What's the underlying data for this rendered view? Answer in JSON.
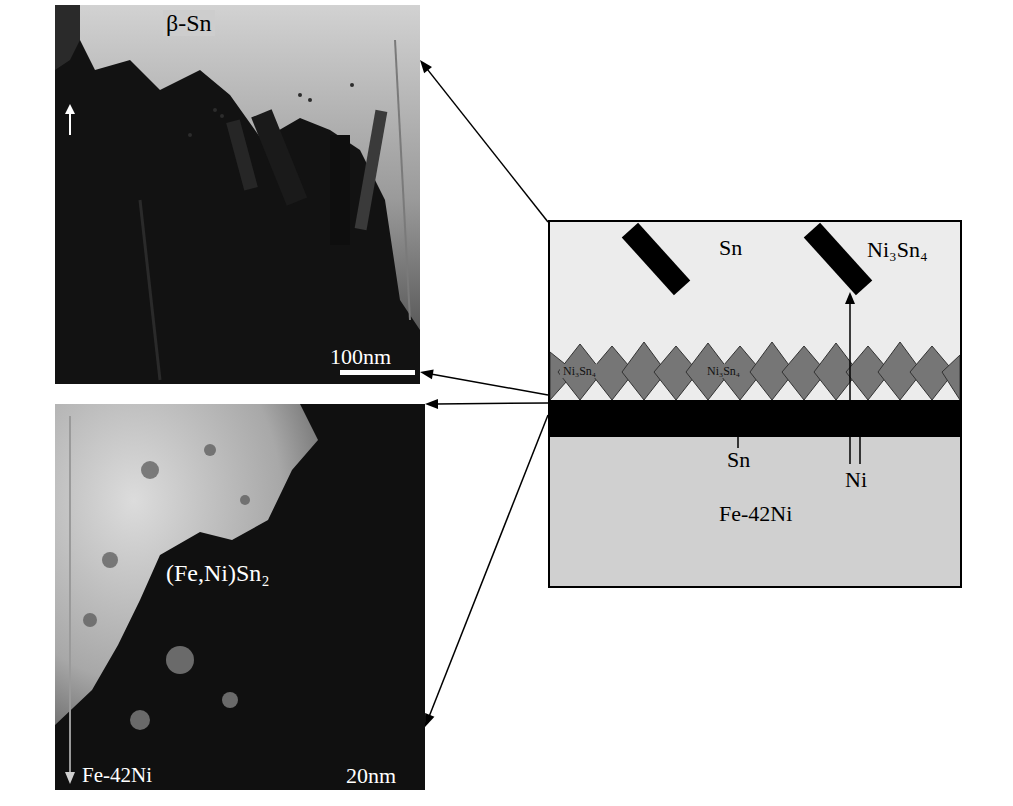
{
  "diagram": {
    "nodes": [
      {
        "text": [
          "β-Sn",
          "100nm"
        ]
      },
      {
        "text": [
          "(Fe,Ni)Sn₂",
          "Fe-42Ni",
          "20nm"
        ]
      },
      {
        "text": [
          "Sn",
          "Ni₃Sn₄",
          "Ni₃Sn₄",
          "Ni₃Sn₄",
          "Sn",
          "Ni",
          "Fe-42Ni"
        ]
      }
    ],
    "edges": [
      {
        "from": 2,
        "to": 0,
        "arrow": "to"
      },
      {
        "from": 2,
        "to": 0,
        "arrow": "to"
      },
      {
        "from": 2,
        "to": 1,
        "arrow": "to"
      },
      {
        "from": 2,
        "to": 1,
        "arrow": "to"
      }
    ]
  }
}
